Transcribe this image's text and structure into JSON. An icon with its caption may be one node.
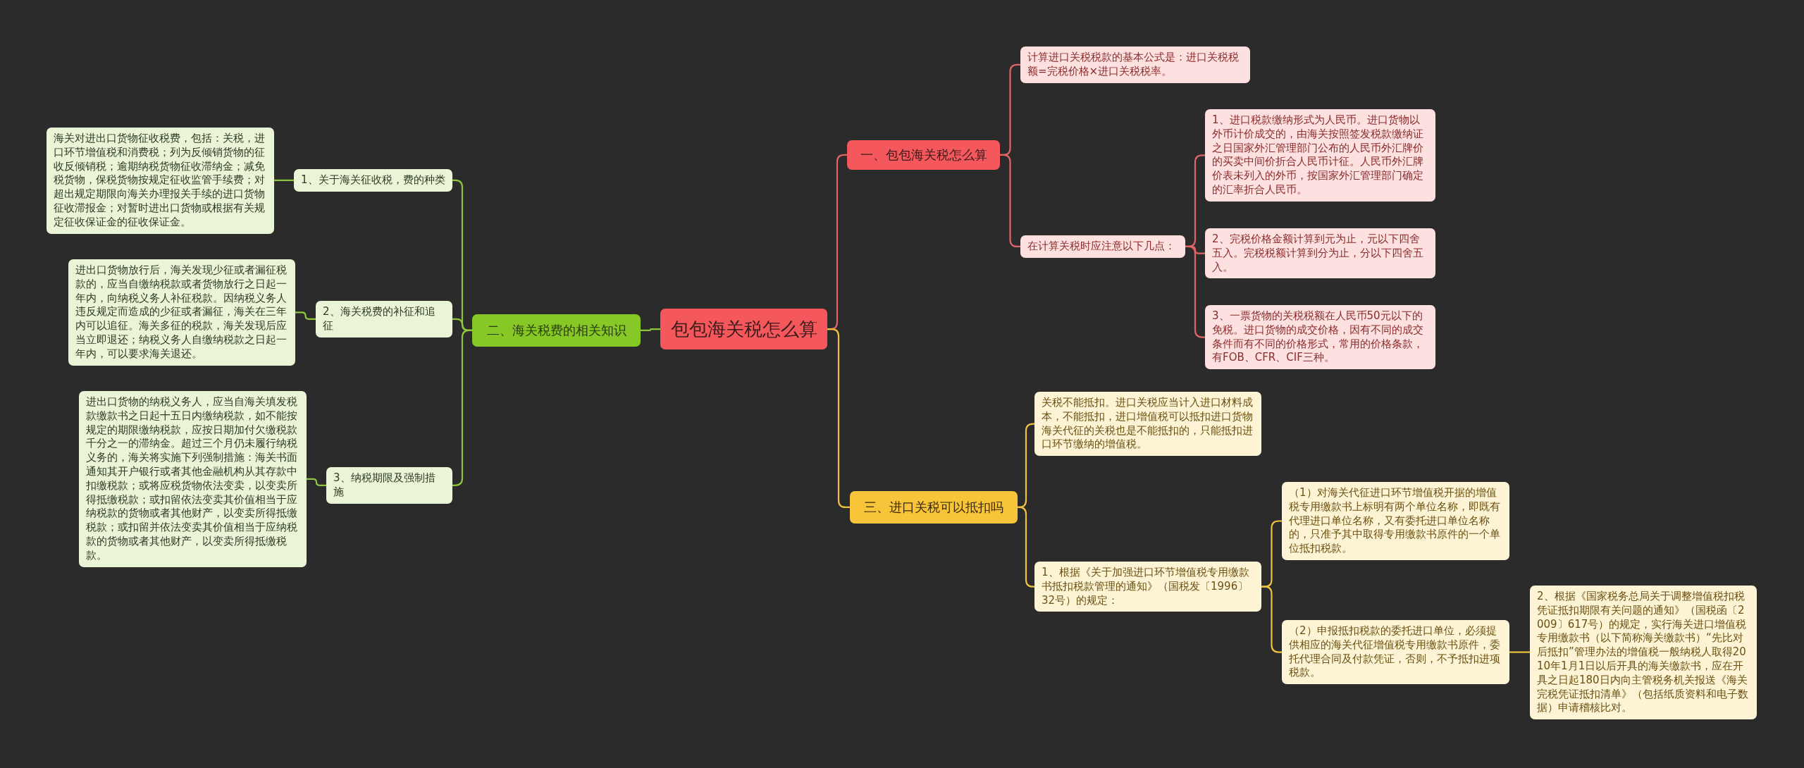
{
  "diagram": {
    "nodes": [
      {
        "text": [
          "包包海关税怎么算"
        ]
      },
      {
        "text": [
          "一、包包海关税怎么算"
        ]
      },
      {
        "text": [
          "计算进口关税税款的基本公式是：进口关税税额=完税价格×进口关税税率。"
        ]
      },
      {
        "text": [
          "在计算关税时应注意以下几点："
        ]
      },
      {
        "text": [
          "1、进口税款缴纳形式为人民币。进口货物以外币计价成交的，由海关按照签发税款缴纳证之日国家外汇管理部门公布的人民币外汇牌价的买卖中间价折合人民币计征。人民币外汇牌价表未列入的外币，按国家外汇管理部门确定的汇率折合人民币。"
        ]
      },
      {
        "text": [
          "2、完税价格金额计算到元为止，元以下四舍五入。完税税额计算到分为止，分以下四舍五入。"
        ]
      },
      {
        "text": [
          "3、一票货物的关税税额在人民币50元以下的免税。进口货物的成交价格，因有不同的成交条件而有不同的价格形式，常用的价格条款，有FOB、CFR、CIF三种。"
        ]
      },
      {
        "text": [
          "二、海关税费的相关知识"
        ]
      },
      {
        "text": [
          "1、关于海关征收税，费的种类"
        ]
      },
      {
        "text": [
          "海关对进出口货物征收税费，包括：关税，进口环节增值税和消费税；列为反倾销货物的征收反倾销税；逾期纳税货物征收滞纳金；减免税货物，保税货物按规定征收监管手续费；对超出规定期限向海关办理报关手续的进口货物征收滞报金；对暂时进出口货物或根据有关规定征收保证金的征收保证金。"
        ]
      },
      {
        "text": [
          "2、海关税费的补征和追征"
        ]
      },
      {
        "text": [
          "进出口货物放行后，海关发现少征或者漏征税款的，应当自缴纳税款或者货物放行之日起一年内，向纳税义务人补征税款。因纳税义务人违反规定而造成的少征或者漏征，海关在三年内可以追征。海关多征的税款，海关发现后应当立即退还；纳税义务人自缴纳税款之日起一年内，可以要求海关退还。"
        ]
      },
      {
        "text": [
          "3、纳税期限及强制措施"
        ]
      },
      {
        "text": [
          "进出口货物的纳税义务人，应当自海关填发税款缴款书之日起十五日内缴纳税款，如不能按规定的期限缴纳税款，应按日期加付欠缴税款千分之一的滞纳金。超过三个月仍未履行纳税义务的，海关将实施下列强制措施：海关书面通知其开户银行或者其他金融机构从其存款中扣缴税款；或将应税货物依法变卖，以变卖所得抵缴税款；或扣留依法变卖其价值相当于应纳税款的货物或者其他财产，以变卖所得抵缴税款；或扣留并依法变卖其价值相当于应纳税款的货物或者其他财产，以变卖所得抵缴税款。"
        ]
      },
      {
        "text": [
          "三、进口关税可以抵扣吗"
        ]
      },
      {
        "text": [
          "关税不能抵扣。进口关税应当计入进口材料成本，不能抵扣，进口增值税可以抵扣进口货物海关代征的关税也是不能抵扣的，只能抵扣进口环节缴纳的增值税。"
        ]
      },
      {
        "text": [
          "1、根据《关于加强进口环节增值税专用缴款书抵扣税款管理的通知》（国税发〔1996〕32号）的规定："
        ]
      },
      {
        "text": [
          "（1）对海关代征进口环节增值税开据的增值税专用缴款书上标明有两个单位名称，即既有代理进口单位名称，又有委托进口单位名称的，只准予其中取得专用缴款书原件的一个单位抵扣税款。"
        ]
      },
      {
        "text": [
          "（2）申报抵扣税款的委托进口单位，必须提供相应的海关代征增值税专用缴款书原件，委托代理合同及付款凭证，否则，不予抵扣进项税款。"
        ]
      },
      {
        "text": [
          "2、根据《国家税务总局关于调整增值税扣税凭证抵扣期限有关问题的通知》（国税函〔2009〕617号）的规定，实行海关进口增值税专用缴款书（以下简称海关缴款书）“先比对后抵扣”管理办法的增值税一般纳税人取得2010年1月1日以后开具的海关缴款书，应在开具之日起180日内向主管税务机关报送《海关完税凭证抵扣清单》（包括纸质资料和电子数据）申请稽核比对。"
        ]
      }
    ],
    "edges": [
      {
        "from": 0,
        "to": 1,
        "arrow": "none",
        "color": "#e06468"
      },
      {
        "from": 1,
        "to": 2,
        "arrow": "none",
        "color": "#e06468"
      },
      {
        "from": 1,
        "to": 3,
        "arrow": "none",
        "color": "#e06468"
      },
      {
        "from": 3,
        "to": 4,
        "arrow": "none",
        "color": "#e06468"
      },
      {
        "from": 3,
        "to": 5,
        "arrow": "none",
        "color": "#e06468"
      },
      {
        "from": 3,
        "to": 6,
        "arrow": "none",
        "color": "#e06468"
      },
      {
        "from": 0,
        "to": 7,
        "arrow": "none"
      },
      {
        "from": 7,
        "to": 8,
        "arrow": "none"
      },
      {
        "from": 8,
        "to": 9,
        "arrow": "none"
      },
      {
        "from": 7,
        "to": 10,
        "arrow": "none"
      },
      {
        "from": 10,
        "to": 11,
        "arrow": "none"
      },
      {
        "from": 7,
        "to": 12,
        "arrow": "none"
      },
      {
        "from": 12,
        "to": 13,
        "arrow": "none"
      },
      {
        "from": 0,
        "to": 14,
        "arrow": "none",
        "color": "#f0c040"
      },
      {
        "from": 14,
        "to": 15,
        "arrow": "none",
        "color": "#f0c040"
      },
      {
        "from": 14,
        "to": 16,
        "arrow": "none",
        "color": "#f0c040"
      },
      {
        "from": 16,
        "to": 17,
        "arrow": "none",
        "color": "#f0c040"
      },
      {
        "from": 16,
        "to": 18,
        "arrow": "none",
        "color": "#f0c040"
      },
      {
        "from": 18,
        "to": 19,
        "arrow": "none",
        "color": "#f0c040"
      }
    ]
  }
}
